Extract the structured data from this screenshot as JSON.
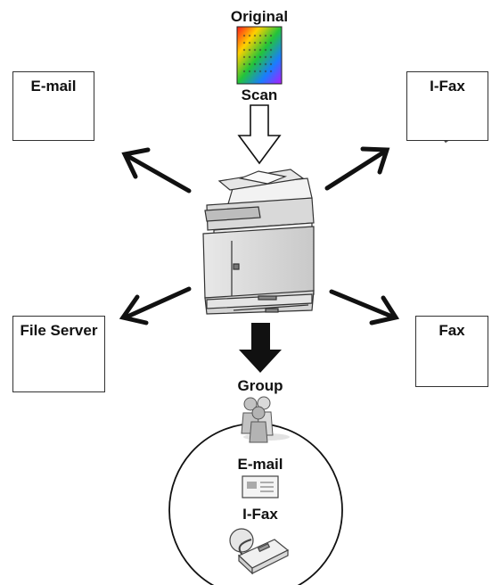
{
  "labels": {
    "original": "Original",
    "scan": "Scan",
    "email": "E-mail",
    "ifax": "I-Fax",
    "file_server": "File Server",
    "fax": "Fax",
    "group": "Group",
    "group_email": "E-mail",
    "group_ifax": "I-Fax"
  },
  "colors": {
    "line": "#111111",
    "box_border": "#333333",
    "arrow_fill": "#111111"
  },
  "icons": {
    "original": "color-document-icon",
    "email": "email-card-icon",
    "ifax": "fax-machine-icon",
    "file_server": "file-server-icon",
    "fax": "fax-machine-icon",
    "group": "group-people-icon",
    "device": "multifunction-printer-icon"
  }
}
